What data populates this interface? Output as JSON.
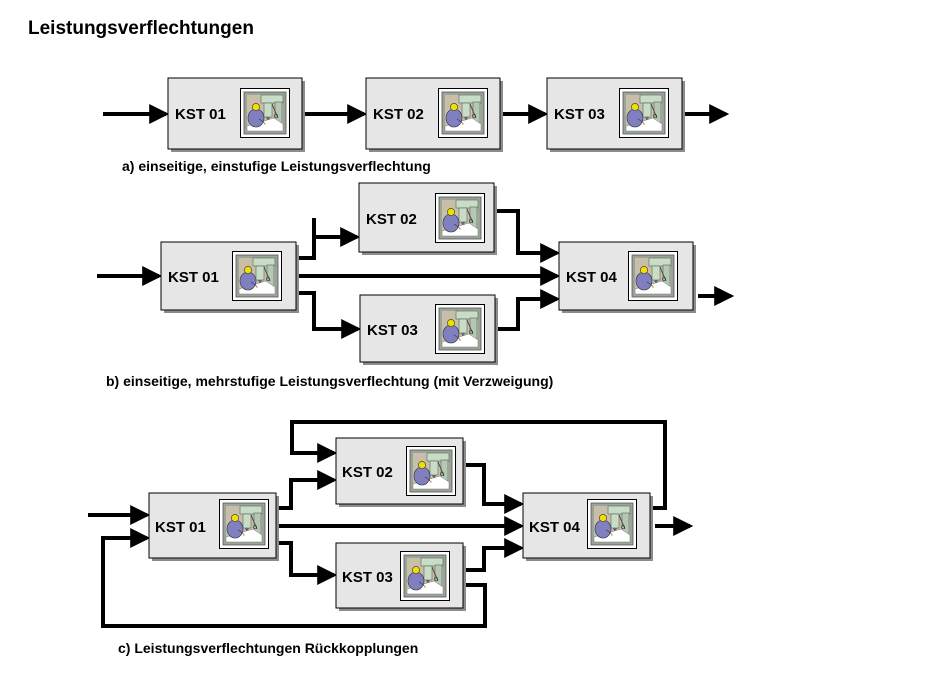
{
  "page": {
    "title": "Leistungsverflechtungen"
  },
  "colors": {
    "box_fill": "#e6e6e6",
    "box_border": "#000000",
    "box_shadow": "#8c8c8c",
    "connector": "#000000",
    "icon_frame": "#9aa59a",
    "icon_background": "#c9bfa8",
    "worker_body": "#8080c0",
    "worker_helmet": "#f0e000",
    "machine": "#c8dcc8"
  },
  "icons": {
    "cost_center_icon": "worker-at-drill-press-icon"
  },
  "diagrams": [
    {
      "id": "a",
      "caption": "a) einseitige, einstufige Leistungsverflechtung",
      "nodes": [
        {
          "id": "a1",
          "label": "KST 01"
        },
        {
          "id": "a2",
          "label": "KST 02"
        },
        {
          "id": "a3",
          "label": "KST 03"
        }
      ],
      "edges": [
        {
          "from": "input",
          "to": "KST 01"
        },
        {
          "from": "KST 01",
          "to": "KST 02"
        },
        {
          "from": "KST 02",
          "to": "KST 03"
        },
        {
          "from": "KST 03",
          "to": "output"
        }
      ]
    },
    {
      "id": "b",
      "caption": "b) einseitige, mehrstufige Leistungsverflechtung (mit Verzweigung)",
      "nodes": [
        {
          "id": "b1",
          "label": "KST 01"
        },
        {
          "id": "b2",
          "label": "KST 02"
        },
        {
          "id": "b3",
          "label": "KST 03"
        },
        {
          "id": "b4",
          "label": "KST 04"
        }
      ],
      "edges": [
        {
          "from": "input",
          "to": "KST 01"
        },
        {
          "from": "KST 01",
          "to": "KST 02"
        },
        {
          "from": "KST 01",
          "to": "KST 03"
        },
        {
          "from": "KST 01",
          "to": "KST 04"
        },
        {
          "from": "KST 02",
          "to": "KST 04"
        },
        {
          "from": "KST 03",
          "to": "KST 04"
        },
        {
          "from": "KST 04",
          "to": "output"
        }
      ]
    },
    {
      "id": "c",
      "caption": "c) Leistungsverflechtungen Rückkopplungen",
      "nodes": [
        {
          "id": "c1",
          "label": "KST 01"
        },
        {
          "id": "c2",
          "label": "KST 02"
        },
        {
          "id": "c3",
          "label": "KST 03"
        },
        {
          "id": "c4",
          "label": "KST 04"
        }
      ],
      "edges": [
        {
          "from": "input",
          "to": "KST 01"
        },
        {
          "from": "KST 01",
          "to": "KST 02"
        },
        {
          "from": "KST 01",
          "to": "KST 03"
        },
        {
          "from": "KST 01",
          "to": "KST 04"
        },
        {
          "from": "KST 02",
          "to": "KST 04"
        },
        {
          "from": "KST 03",
          "to": "KST 04"
        },
        {
          "from": "KST 04",
          "to": "KST 02",
          "type": "feedback"
        },
        {
          "from": "KST 03",
          "to": "KST 01",
          "type": "feedback"
        },
        {
          "from": "KST 04",
          "to": "output"
        }
      ]
    }
  ]
}
